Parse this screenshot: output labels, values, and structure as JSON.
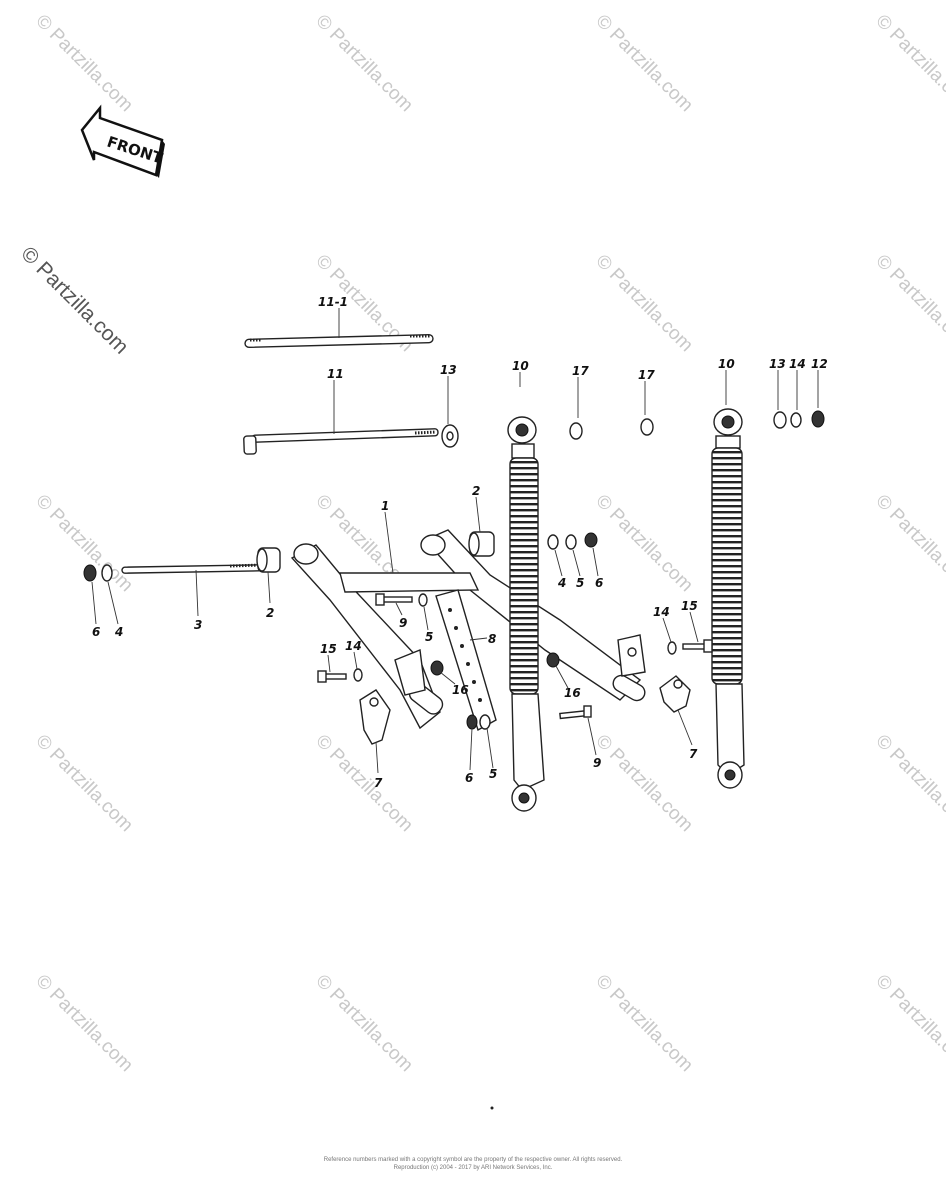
{
  "front_label": "FRONT",
  "corner_watermark": "© Partzilla.com",
  "watermark_text": "© Partzilla.com",
  "footer_line1": "Reference numbers marked with a copyright symbol are the property of the respective owner. All rights reserved.",
  "footer_line2": "Reproduction (c) 2004 - 2017 by ARI Network Services, Inc.",
  "callouts": [
    {
      "id": "c-11-1",
      "text": "11-1"
    },
    {
      "id": "c-11",
      "text": "11"
    },
    {
      "id": "c-13a",
      "text": "13"
    },
    {
      "id": "c-10a",
      "text": "10"
    },
    {
      "id": "c-17a",
      "text": "17"
    },
    {
      "id": "c-17b",
      "text": "17"
    },
    {
      "id": "c-10b",
      "text": "10"
    },
    {
      "id": "c-13b",
      "text": "13"
    },
    {
      "id": "c-14a",
      "text": "14"
    },
    {
      "id": "c-12",
      "text": "12"
    },
    {
      "id": "c-1",
      "text": "1"
    },
    {
      "id": "c-2a",
      "text": "2"
    },
    {
      "id": "c-2b",
      "text": "2"
    },
    {
      "id": "c-3",
      "text": "3"
    },
    {
      "id": "c-6a",
      "text": "6"
    },
    {
      "id": "c-4a",
      "text": "4"
    },
    {
      "id": "c-4b",
      "text": "4"
    },
    {
      "id": "c-5a",
      "text": "5"
    },
    {
      "id": "c-6b",
      "text": "6"
    },
    {
      "id": "c-9a",
      "text": "9"
    },
    {
      "id": "c-5b",
      "text": "5"
    },
    {
      "id": "c-8",
      "text": "8"
    },
    {
      "id": "c-15a",
      "text": "15"
    },
    {
      "id": "c-14b",
      "text": "14"
    },
    {
      "id": "c-16a",
      "text": "16"
    },
    {
      "id": "c-16b",
      "text": "16"
    },
    {
      "id": "c-14c",
      "text": "14"
    },
    {
      "id": "c-15b",
      "text": "15"
    },
    {
      "id": "c-7a",
      "text": "7"
    },
    {
      "id": "c-7b",
      "text": "7"
    },
    {
      "id": "c-6c",
      "text": "6"
    },
    {
      "id": "c-5c",
      "text": "5"
    },
    {
      "id": "c-9b",
      "text": "9"
    }
  ]
}
